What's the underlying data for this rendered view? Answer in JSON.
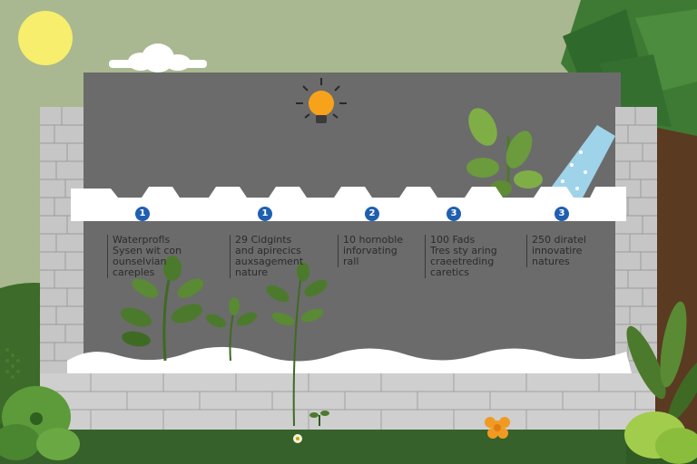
{
  "colors": {
    "sky": "#a9b890",
    "sun": "#f6ee6c",
    "wall_panel": "#6b6b6b",
    "brick": "#cbcbcb",
    "membrane": "#ffffff",
    "ground": "#3d6b2a",
    "leaf": "#4c7a2c",
    "badge": "#1f5fb0",
    "bulb": "#f7a21b",
    "water": "#9fd3ea"
  },
  "icons": [
    "sun-icon",
    "cloud-icon",
    "lightbulb-icon",
    "tree-icon",
    "water-stream-icon",
    "plant-icon",
    "flower-icon"
  ],
  "steps": [
    {
      "badge": "1",
      "text": "Waterprofls\nSysen wit con\nounselvian\ncareples"
    },
    {
      "badge": "1",
      "text": "29 Cidgints\nand apirecics\nauxsagement\nnature"
    },
    {
      "badge": "2",
      "text": "10 hornoble\ninforvating\nrall"
    },
    {
      "badge": "3",
      "text": "100 Fads\nTres sty aring\ncraeetreding\ncaretics"
    },
    {
      "badge": "3",
      "text": "250 diratel\ninnovatire\nnatures"
    }
  ]
}
